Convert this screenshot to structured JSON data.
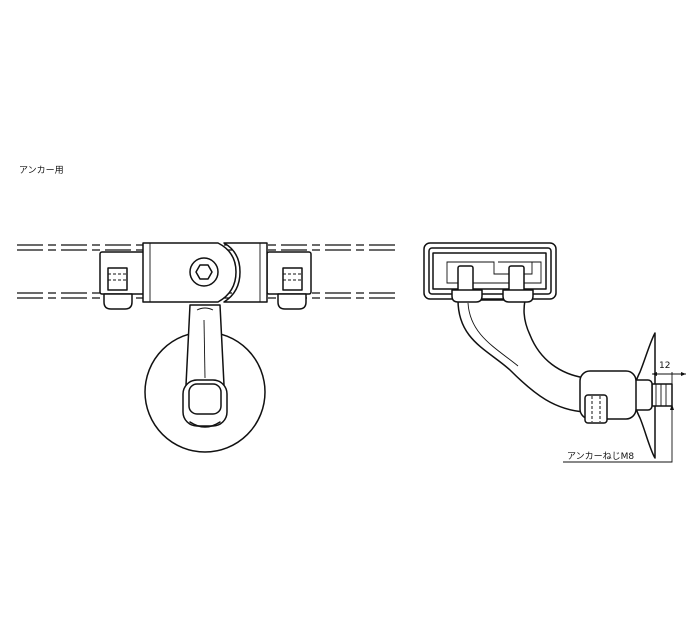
{
  "title_label": "アンカー用",
  "dimension_value": "12",
  "callout_label": "アンカーねじM8"
}
